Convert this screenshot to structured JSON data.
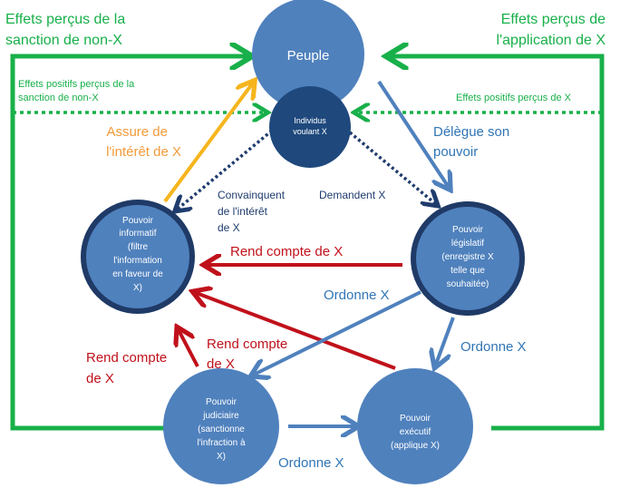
{
  "colors": {
    "green": "#18b04a",
    "orange": "#f6b51e",
    "orange_text": "#f39a3a",
    "red": "#c0111b",
    "blue_line": "#4f81bd",
    "blue_text": "#2f75b5",
    "navy_dotted": "#1f3c6e",
    "circle": "#4f81bd",
    "circle_dark": "#1f497d",
    "circle_stroke": "#1f3a66"
  },
  "nodes": {
    "peuple": "Peuple",
    "individus": {
      "l1": "Individus",
      "l2": "voulant X"
    },
    "informatif": {
      "l1": "Pouvoir",
      "l2": "informatif",
      "l3": "(filtre",
      "l4": "l'information",
      "l5": "en faveur de",
      "l6": "X)"
    },
    "legislatif": {
      "l1": "Pouvoir",
      "l2": "législatif",
      "l3": "(enregistre X",
      "l4": "telle que",
      "l5": "souhaitée)"
    },
    "judiciaire": {
      "l1": "Pouvoir",
      "l2": "judiciaire",
      "l3": "(sanctionne",
      "l4": "l'infraction à",
      "l5": "X)"
    },
    "executif": {
      "l1": "Pouvoir",
      "l2": "exécutif",
      "l3": "(applique X)"
    }
  },
  "labels": {
    "effets_non_x": {
      "l1": "Effets perçus de la",
      "l2": "sanction de non-X"
    },
    "effets_app_x": {
      "l1": "Effets perçus de",
      "l2": "l'application de X"
    },
    "effets_pos_non_x": {
      "l1": "Effets positifs perçus de la",
      "l2": "sanction de non-X"
    },
    "effets_pos_x": "Effets positifs perçus de X",
    "assure": {
      "l1": "Assure de",
      "l2": "l'intérêt de X"
    },
    "delegue": {
      "l1": "Délègue son",
      "l2": "pouvoir"
    },
    "convainquent": {
      "l1": "Convainquent",
      "l2": "de l'intérêt",
      "l3": "de  X"
    },
    "demandent": "Demandent  X",
    "rend_compte_1": "Rend compte de X",
    "rend_compte_2": {
      "l1": "Rend compte",
      "l2": "de X"
    },
    "rend_compte_3": {
      "l1": "Rend compte",
      "l2": "de X"
    },
    "ordonne_1": "Ordonne X",
    "ordonne_2": "Ordonne X",
    "ordonne_3": "Ordonne X"
  }
}
